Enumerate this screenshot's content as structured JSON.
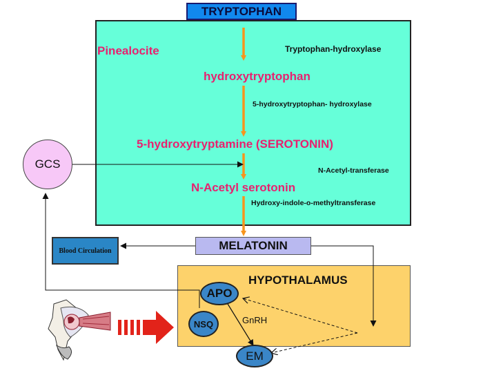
{
  "precursor": "TRYPTOPHAN",
  "gland": "Pinealocite",
  "metabolites": {
    "step1": "hydroxytryptophan",
    "step2": "5-hydroxytryptamine (SEROTONIN)",
    "step3": "N-Acetyl serotonin"
  },
  "enzymes": {
    "e1": "Tryptophan-hydroxylase",
    "e2": "5-hydroxytryptophan- hydroxylase",
    "e3": "N-Acetyl-transferase",
    "e4": "Hydroxy-indole-o-methyltransferase"
  },
  "product": "MELATONIN",
  "gcs": "GCS",
  "blood": "Blood Circulation",
  "hypothalamus": {
    "title": "HYPOTHALAMUS",
    "apo": "APO",
    "nsq": "NSQ",
    "em": "EM",
    "gnrh": "GnRH"
  },
  "colors": {
    "pineal_fill": "#66ffd9",
    "pathway_arrow": "#f7941d",
    "metabolite_text": "#e8206f",
    "light_arrow": "#e2231a",
    "hypothalamus_fill": "#fdd26b",
    "melatonin_fill": "#b9b9f0",
    "gcs_fill": "#f7c8f7",
    "nucleus_fill": "#3a86c8"
  },
  "icons": {
    "eye": "eye-cross-section-icon",
    "light": "light-signal-arrow-icon"
  }
}
